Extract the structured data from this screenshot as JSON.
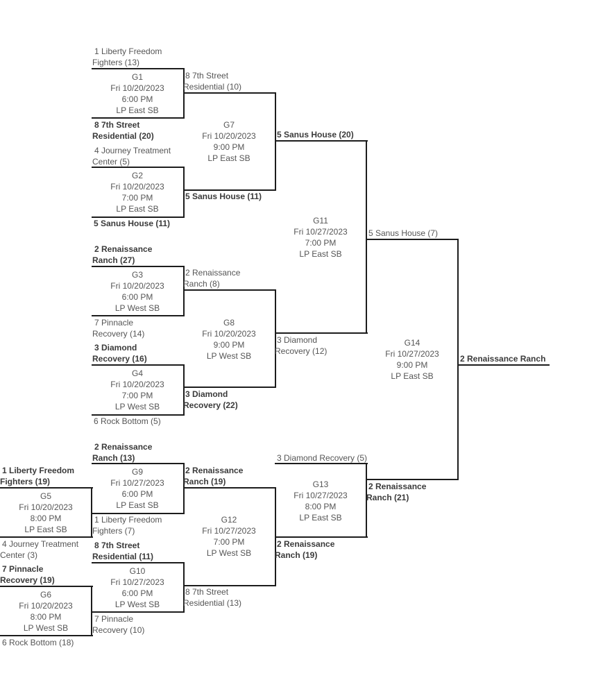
{
  "games": {
    "G1": {
      "label": "G1",
      "date": "Fri 10/20/2023",
      "time": "6:00 PM",
      "field": "LP East SB",
      "top_l1": "1 Liberty Freedom",
      "top_l2": "Fighters (13)",
      "bot_l1": "8 7th Street",
      "bot_l2": "Residential (20)"
    },
    "G2": {
      "label": "G2",
      "date": "Fri 10/20/2023",
      "time": "7:00 PM",
      "field": "LP East SB",
      "top_l1": "4 Journey Treatment",
      "top_l2": "Center (5)",
      "bot_l1": "5 Sanus House (11)"
    },
    "G3": {
      "label": "G3",
      "date": "Fri 10/20/2023",
      "time": "6:00 PM",
      "field": "LP West SB",
      "top_l1": "2 Renaissance",
      "top_l2": "Ranch (27)",
      "bot_l1": "7 Pinnacle",
      "bot_l2": "Recovery (14)"
    },
    "G4": {
      "label": "G4",
      "date": "Fri 10/20/2023",
      "time": "7:00 PM",
      "field": "LP West SB",
      "top_l1": "3 Diamond",
      "top_l2": "Recovery (16)",
      "bot_l1": "6 Rock Bottom (5)"
    },
    "G5": {
      "label": "G5",
      "date": "Fri 10/20/2023",
      "time": "8:00 PM",
      "field": "LP East SB",
      "top_l1": "1 Liberty Freedom",
      "top_l2": "Fighters (19)",
      "bot_l1": "4 Journey Treatment",
      "bot_l2": "Center (3)"
    },
    "G6": {
      "label": "G6",
      "date": "Fri 10/20/2023",
      "time": "8:00 PM",
      "field": "LP West SB",
      "top_l1": "7 Pinnacle",
      "top_l2": "Recovery (19)",
      "bot_l1": "6 Rock Bottom (18)"
    },
    "G7": {
      "label": "G7",
      "date": "Fri 10/20/2023",
      "time": "9:00 PM",
      "field": "LP East SB",
      "top_l1": "8 7th Street",
      "top_l2": "Residential (10)",
      "bot_l1": "5 Sanus House (11)"
    },
    "G8": {
      "label": "G8",
      "date": "Fri 10/20/2023",
      "time": "9:00 PM",
      "field": "LP West SB",
      "top_l1": "2 Renaissance",
      "top_l2": "Ranch (8)",
      "bot_l1": "3 Diamond",
      "bot_l2": "Recovery (22)"
    },
    "G9": {
      "label": "G9",
      "date": "Fri 10/27/2023",
      "time": "6:00 PM",
      "field": "LP East SB",
      "top_l1": "2 Renaissance",
      "top_l2": "Ranch (13)",
      "bot_l1": "1 Liberty Freedom",
      "bot_l2": "Fighters (7)"
    },
    "G10": {
      "label": "G10",
      "date": "Fri 10/27/2023",
      "time": "6:00 PM",
      "field": "LP West SB",
      "top_l1": "8 7th Street",
      "top_l2": "Residential (11)",
      "bot_l1": "7 Pinnacle",
      "bot_l2": "Recovery (10)"
    },
    "G11": {
      "label": "G11",
      "date": "Fri 10/27/2023",
      "time": "7:00 PM",
      "field": "LP East SB",
      "top_l1": "5 Sanus House (20)",
      "bot_l1": "3 Diamond",
      "bot_l2": "Recovery (12)"
    },
    "G12": {
      "label": "G12",
      "date": "Fri 10/27/2023",
      "time": "7:00 PM",
      "field": "LP West SB",
      "top_l1": "2 Renaissance",
      "top_l2": "Ranch (19)",
      "bot_l1": "8 7th Street",
      "bot_l2": "Residential (13)"
    },
    "G13": {
      "label": "G13",
      "date": "Fri 10/27/2023",
      "time": "8:00 PM",
      "field": "LP East SB",
      "top_l1": "3 Diamond Recovery (5)",
      "bot_l1": "2 Renaissance",
      "bot_l2": "Ranch (19)"
    },
    "G14": {
      "label": "G14",
      "date": "Fri 10/27/2023",
      "time": "9:00 PM",
      "field": "LP East SB",
      "top_l1": "5 Sanus House (7)",
      "bot_l1": "2 Renaissance",
      "bot_l2": "Ranch (21)"
    }
  },
  "champion": "2 Renaissance Ranch"
}
